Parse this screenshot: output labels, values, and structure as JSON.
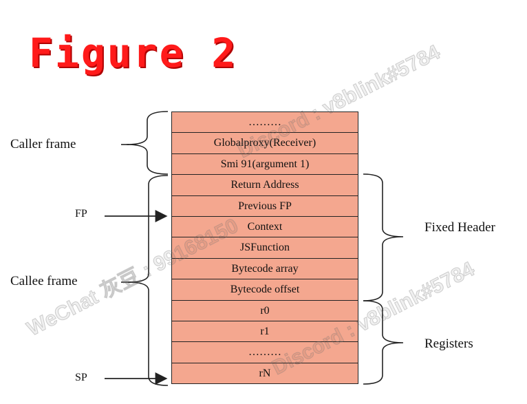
{
  "title": "Figure 2",
  "stack_cells": [
    "………",
    "Globalproxy(Receiver)",
    "Smi 91(argument 1)",
    "Return Address",
    "Previous FP",
    "Context",
    "JSFunction",
    "Bytecode array",
    "Bytecode offset",
    "r0",
    "r1",
    "………",
    "rN"
  ],
  "labels": {
    "caller_frame": "Caller frame",
    "callee_frame": "Callee frame",
    "fixed_header": "Fixed Header",
    "registers": "Registers",
    "fp": "FP",
    "sp": "SP"
  },
  "watermarks": {
    "discord_top": "Discord : v8blink#5784",
    "wechat": "WeChat 灰豆 : 99168150",
    "discord_bottom": "Discord : v8blink#5784"
  },
  "colors": {
    "title": "#ff1a1a",
    "cell_fill": "#f4a78f",
    "line": "#222222"
  }
}
